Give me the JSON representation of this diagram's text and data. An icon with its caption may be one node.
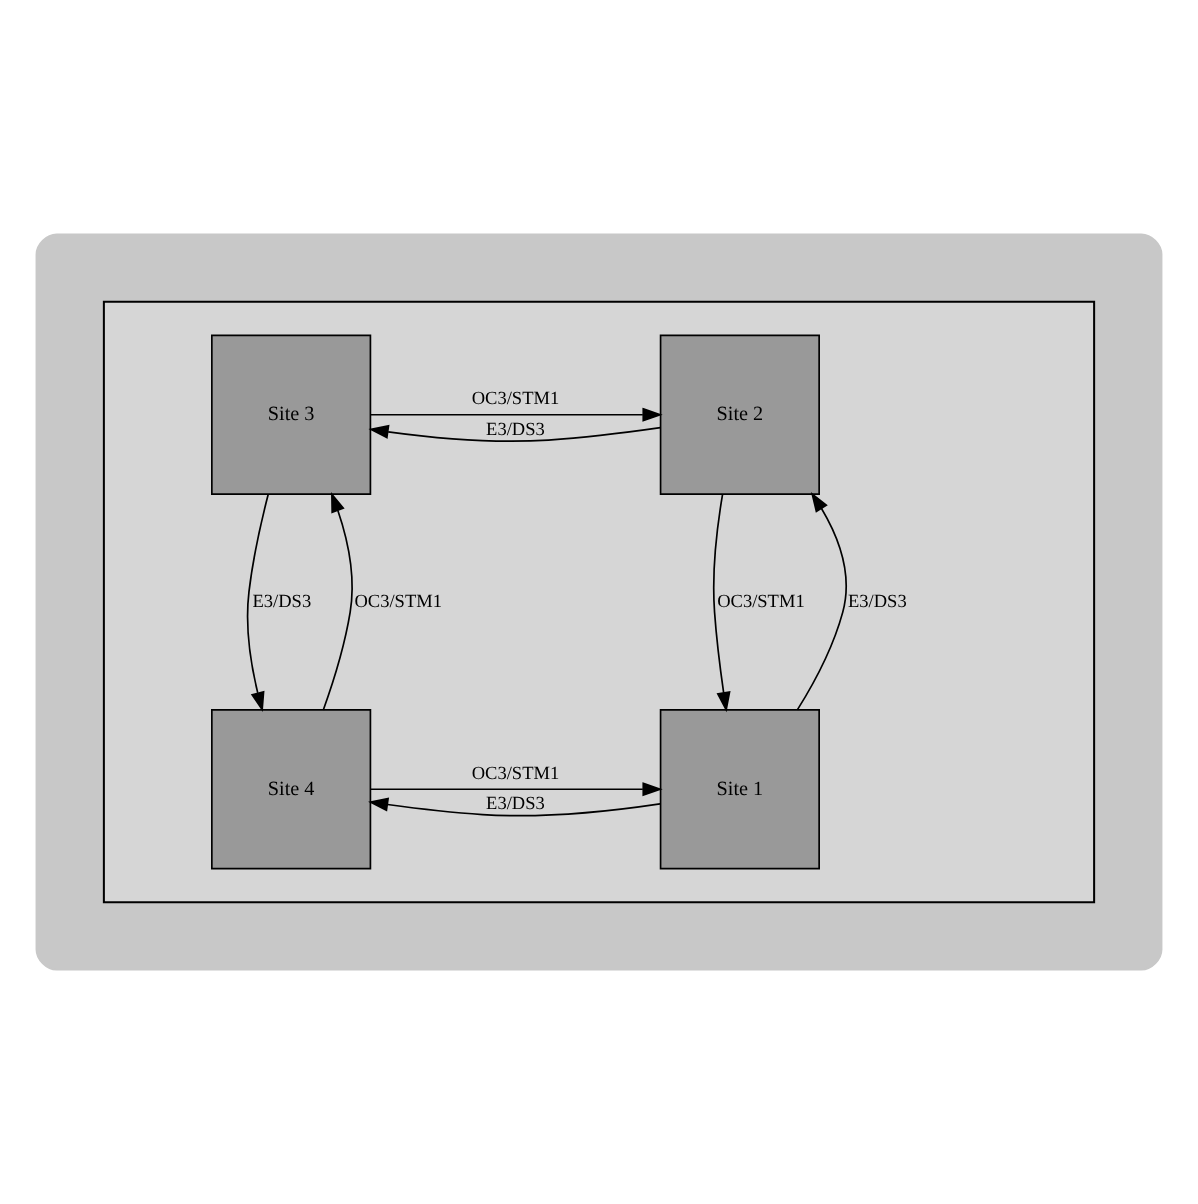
{
  "diagram": {
    "nodes": [
      {
        "text": [],
        "shape": "cloud"
      },
      {
        "text": [],
        "shape": "box",
        "in": 0
      },
      {
        "text": [
          "Site 2"
        ],
        "in": 1
      },
      {
        "text": [
          "Site 3"
        ],
        "in": 1
      },
      {
        "text": [
          "Site 1"
        ],
        "in": 1
      },
      {
        "text": [
          "Site 4"
        ],
        "in": 1
      }
    ],
    "edges": [
      {
        "from": 2,
        "to": 3,
        "arrow": "to",
        "label": "E3/DS3"
      },
      {
        "from": 3,
        "to": 2,
        "arrow": "to",
        "label": "OC3/STM1"
      },
      {
        "from": 4,
        "to": 2,
        "arrow": "to",
        "label": "E3/DS3"
      },
      {
        "from": 2,
        "to": 4,
        "arrow": "to",
        "label": "OC3/STM1"
      },
      {
        "from": 5,
        "to": 3,
        "arrow": "to",
        "label": "OC3/STM1"
      },
      {
        "from": 3,
        "to": 5,
        "arrow": "to",
        "label": "E3/DS3"
      },
      {
        "from": 4,
        "to": 5,
        "arrow": "to",
        "label": "E3/DS3"
      },
      {
        "from": 5,
        "to": 4,
        "arrow": "to",
        "label": "OC3/STM1"
      }
    ]
  }
}
